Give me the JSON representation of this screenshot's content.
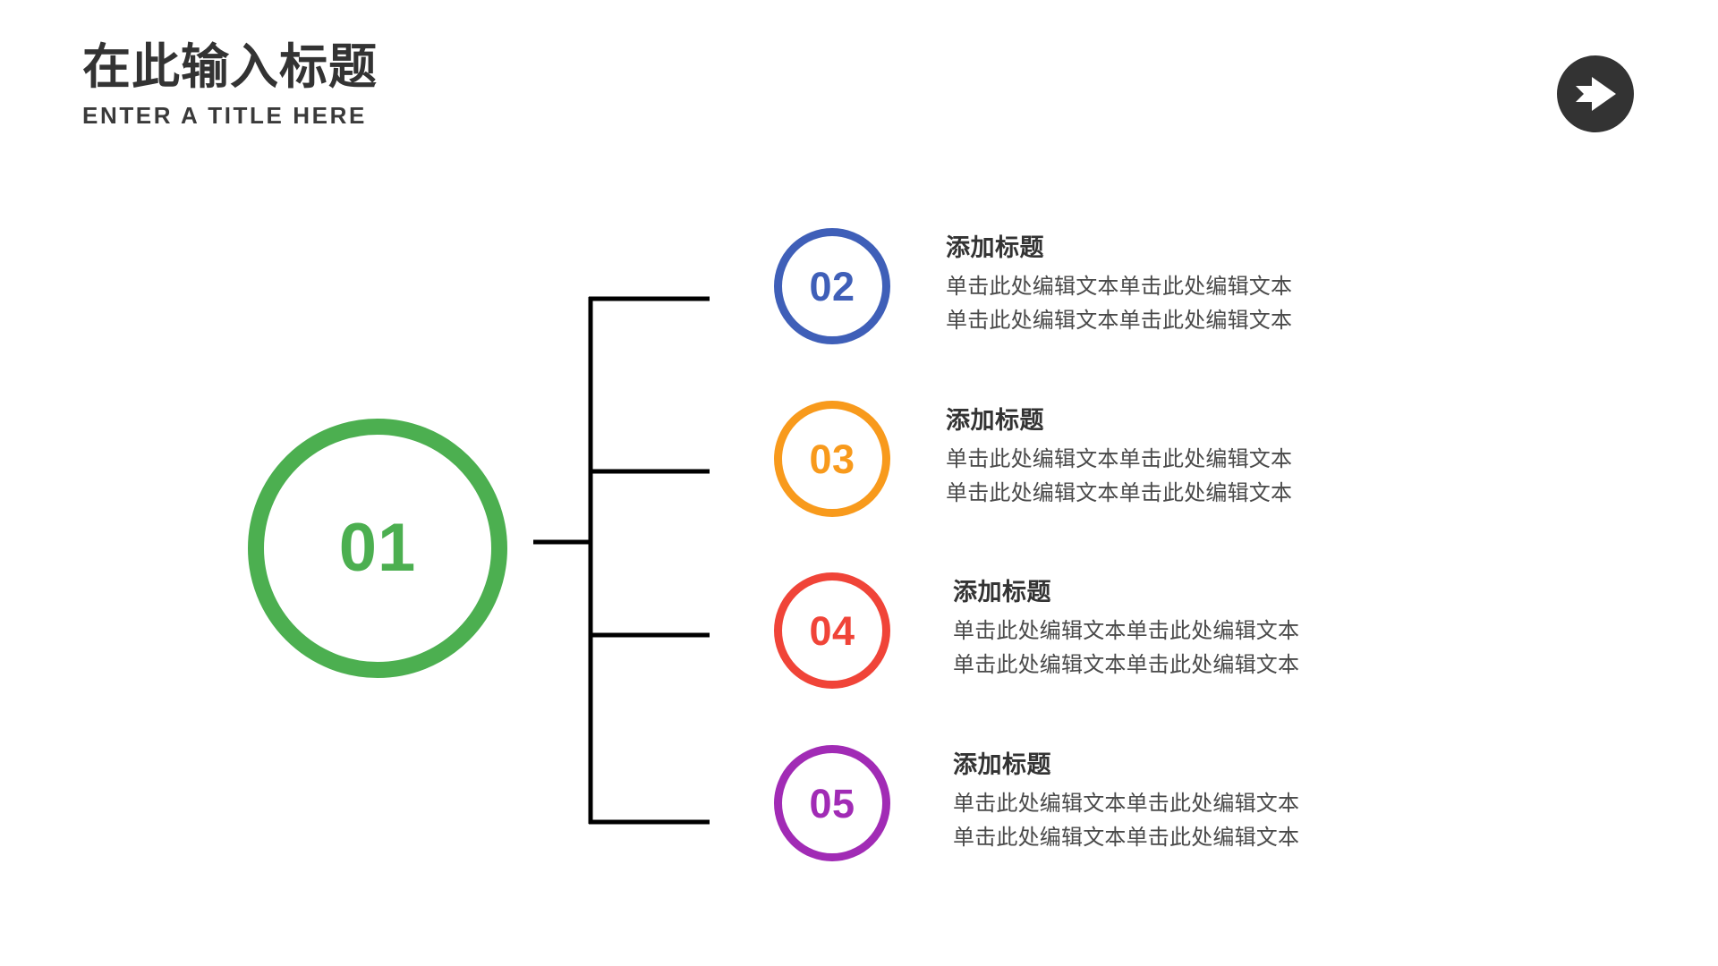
{
  "header": {
    "title_cn": "在此输入标题",
    "title_en": "ENTER A TITLE HERE",
    "title_color": "#333333"
  },
  "arrow_badge": {
    "icon": "arrow-right-icon",
    "background": "#333333",
    "arrow_color": "#ffffff"
  },
  "hub": {
    "number": "01",
    "color": "#4caf50"
  },
  "connector": {
    "color": "#000000",
    "stroke_width": 5
  },
  "steps": [
    {
      "number": "02",
      "color": "#3f5fb8",
      "title": "添加标题",
      "desc_line1": "单击此处编辑文本单击此处编辑文本",
      "desc_line2": "单击此处编辑文本单击此处编辑文本"
    },
    {
      "number": "03",
      "color": "#f89a1c",
      "title": "添加标题",
      "desc_line1": "单击此处编辑文本单击此处编辑文本",
      "desc_line2": "单击此处编辑文本单击此处编辑文本"
    },
    {
      "number": "04",
      "color": "#f04438",
      "title": "添加标题",
      "desc_line1": "单击此处编辑文本单击此处编辑文本",
      "desc_line2": "单击此处编辑文本单击此处编辑文本"
    },
    {
      "number": "05",
      "color": "#a12bb5",
      "title": "添加标题",
      "desc_line1": "单击此处编辑文本单击此处编辑文本",
      "desc_line2": "单击此处编辑文本单击此处编辑文本"
    }
  ]
}
